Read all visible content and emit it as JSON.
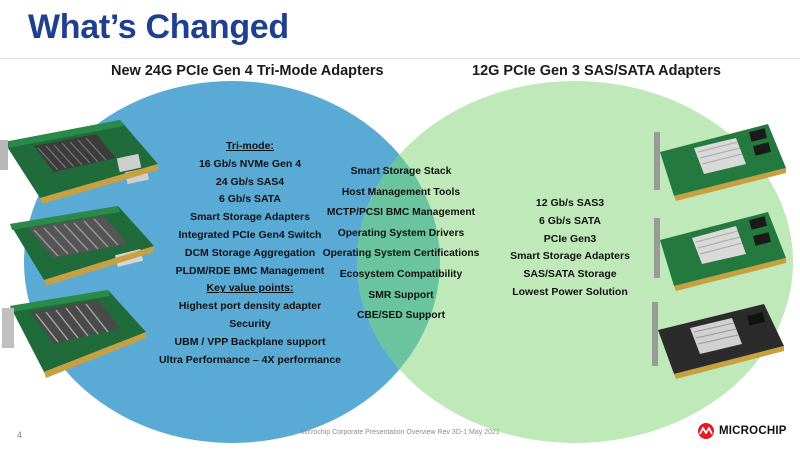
{
  "title": "What’s Changed",
  "left_header": "New 24G PCIe Gen 4 Tri-Mode Adapters",
  "right_header": "12G PCIe Gen 3 SAS/SATA Adapters",
  "left_items": [
    {
      "text": "Tri-mode:",
      "heading": true
    },
    {
      "text": "16 Gb/s NVMe Gen 4",
      "heading": false
    },
    {
      "text": "24 Gb/s SAS4",
      "heading": false
    },
    {
      "text": "6 Gb/s SATA",
      "heading": false
    },
    {
      "text": "Smart Storage Adapters",
      "heading": false
    },
    {
      "text": "Integrated PCIe Gen4 Switch",
      "heading": false
    },
    {
      "text": "DCM Storage Aggregation",
      "heading": false
    },
    {
      "text": "PLDM/RDE BMC Management",
      "heading": false
    },
    {
      "text": "Key value points:",
      "heading": true
    },
    {
      "text": "Highest port density adapter",
      "heading": false
    },
    {
      "text": "Security",
      "heading": false
    },
    {
      "text": "UBM / VPP Backplane support",
      "heading": false
    },
    {
      "text": "Ultra Performance – 4X performance",
      "heading": false
    }
  ],
  "shared_items": [
    "Smart Storage Stack",
    "Host Management Tools",
    "MCTP/PCSI BMC Management",
    "Operating System Drivers",
    "Operating System Certifications",
    "Ecosystem Compatibility",
    "SMR Support",
    "CBE/SED Support"
  ],
  "right_items": [
    "12 Gb/s SAS3",
    "6 Gb/s SATA",
    "PCIe Gen3",
    "Smart Storage Adapters",
    "SAS/SATA Storage",
    "Lowest Power Solution"
  ],
  "footer": "Microchip Corporate  Presentation  Overview  Rev 3D-1 May 2021",
  "page_number": "4",
  "brand": "MICROCHIP",
  "colors": {
    "title": "#1f3f8f",
    "left_circle": "#5aaad6",
    "right_circle": "#bfe9b8",
    "overlap": "#6ac4a0"
  }
}
